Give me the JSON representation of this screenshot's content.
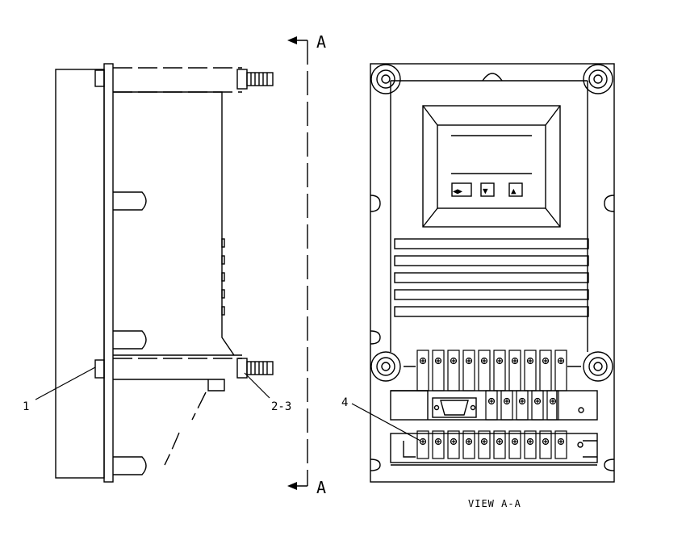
{
  "section_marks": {
    "top": "A",
    "bottom": "A"
  },
  "callouts": {
    "c1": "1",
    "c2": "2-3",
    "c4": "4"
  },
  "view_caption": "VIEW A-A",
  "display_buttons": [
    "◀▶",
    "▼",
    "▲"
  ],
  "colors": {
    "line": "#000000",
    "background": "#ffffff"
  }
}
